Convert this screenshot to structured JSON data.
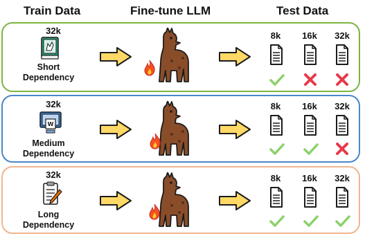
{
  "headers": {
    "train": "Train Data",
    "finetune": "Fine-tune LLM",
    "test": "Test Data"
  },
  "colors": {
    "green": "#7cb342",
    "blue": "#4a86c8",
    "orange": "#f0b58c",
    "arrow": "#ffd966",
    "check": "#8cd16a",
    "cross": "#e8394b"
  },
  "panels": [
    {
      "train_context": "32k",
      "dependency_lines": [
        "Short",
        "Dependency"
      ],
      "train_icon": "book-icon",
      "test": [
        {
          "length": "8k",
          "result": "pass"
        },
        {
          "length": "16k",
          "result": "fail"
        },
        {
          "length": "32k",
          "result": "fail"
        }
      ]
    },
    {
      "train_context": "32k",
      "dependency_lines": [
        "Medium",
        "Dependency"
      ],
      "train_icon": "monitor-document-icon",
      "test": [
        {
          "length": "8k",
          "result": "pass"
        },
        {
          "length": "16k",
          "result": "pass"
        },
        {
          "length": "32k",
          "result": "fail"
        }
      ]
    },
    {
      "train_context": "32k",
      "dependency_lines": [
        "Long",
        "Dependency"
      ],
      "train_icon": "clipboard-pen-icon",
      "test": [
        {
          "length": "8k",
          "result": "pass"
        },
        {
          "length": "16k",
          "result": "pass"
        },
        {
          "length": "32k",
          "result": "pass"
        }
      ]
    }
  ]
}
